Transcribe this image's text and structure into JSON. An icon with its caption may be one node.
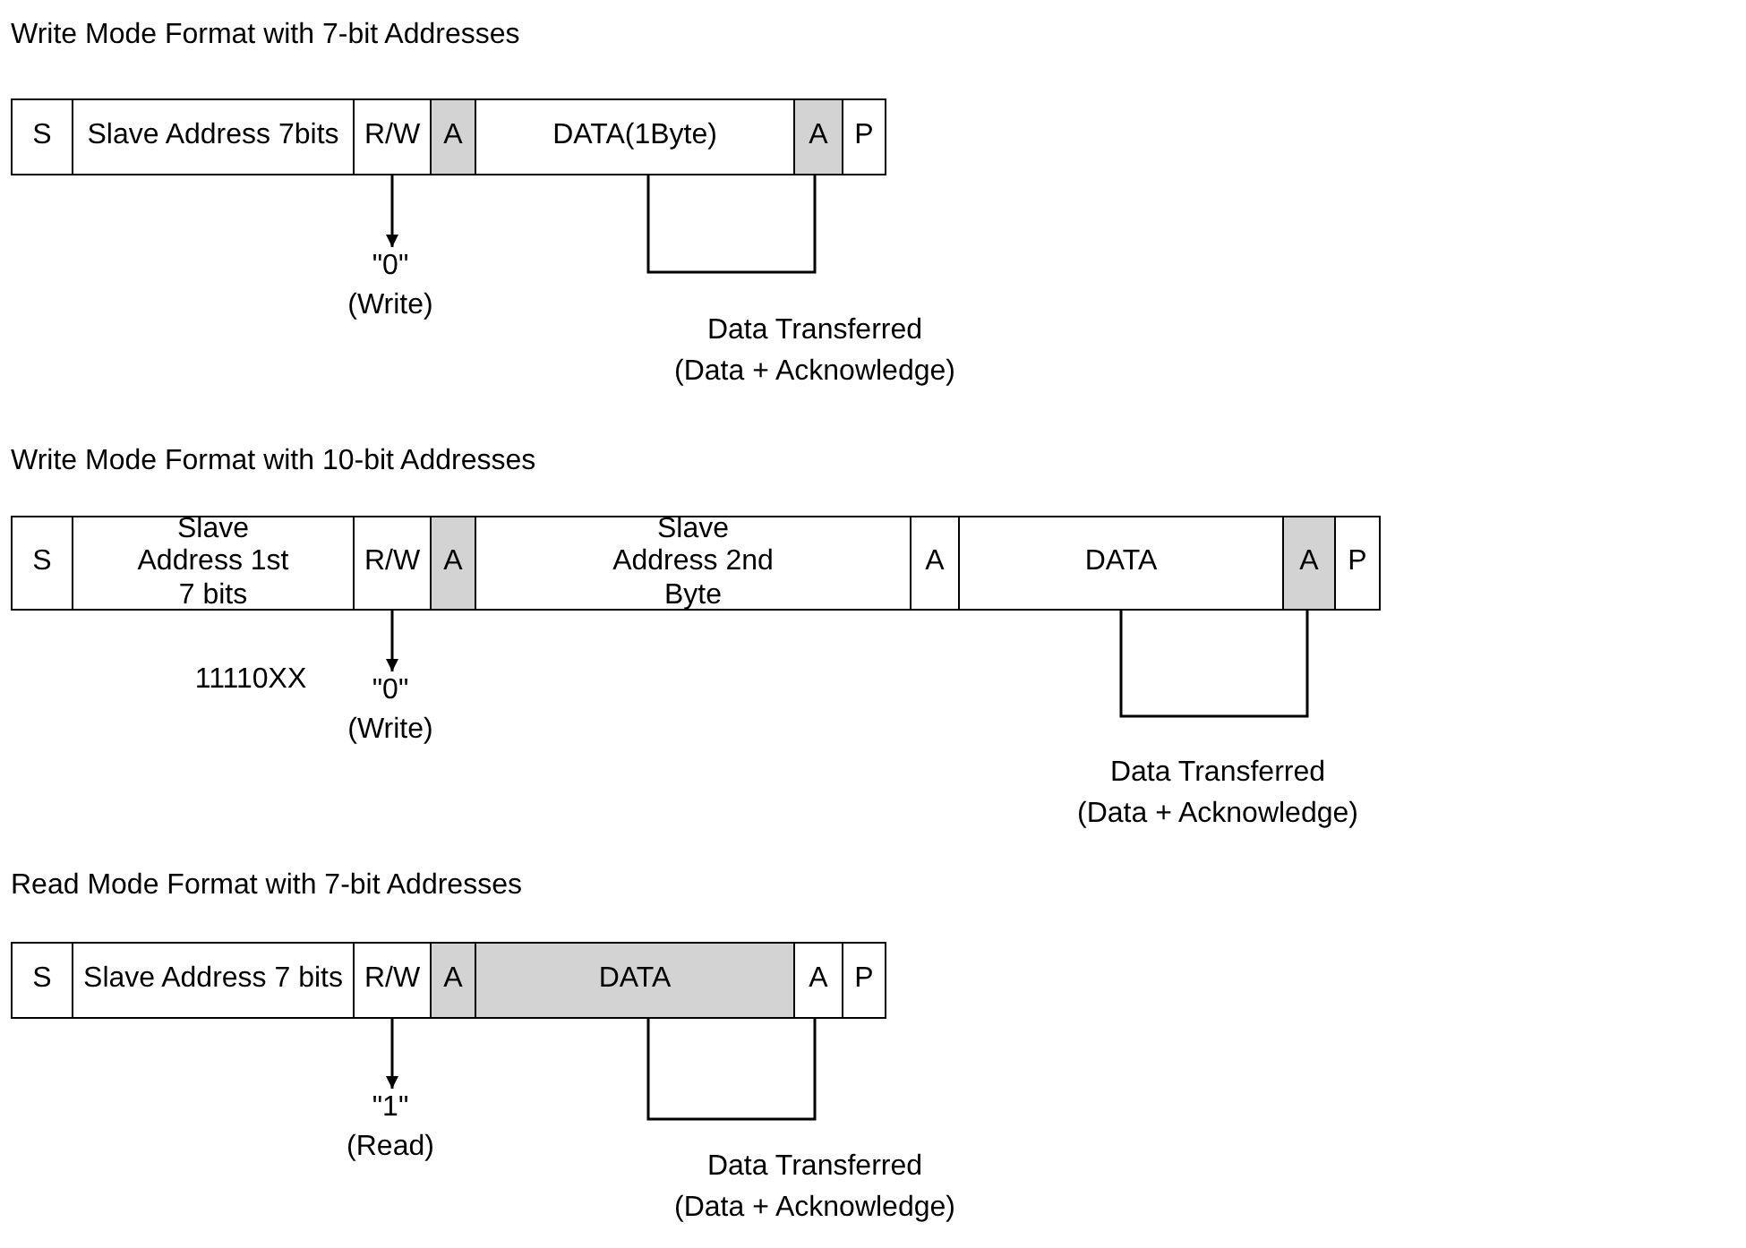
{
  "diagram": {
    "nodes": [
      {
        "text": [
          "S"
        ]
      },
      {
        "text": [
          "Slave Address 7bits"
        ]
      },
      {
        "text": [
          "R/W"
        ]
      },
      {
        "text": [
          "A"
        ]
      },
      {
        "text": [
          "DATA(1Byte)"
        ]
      },
      {
        "text": [
          "A"
        ]
      },
      {
        "text": [
          "P"
        ]
      },
      {
        "text": [
          "\"0\"",
          "(Write)"
        ]
      },
      {
        "text": [
          "S"
        ]
      },
      {
        "text": [
          "Slave Address 1st 7 bits"
        ]
      },
      {
        "text": [
          "R/W"
        ]
      },
      {
        "text": [
          "A"
        ]
      },
      {
        "text": [
          "Slave Address 2nd Byte"
        ]
      },
      {
        "text": [
          "A"
        ]
      },
      {
        "text": [
          "DATA"
        ]
      },
      {
        "text": [
          "A"
        ]
      },
      {
        "text": [
          "P"
        ]
      },
      {
        "text": [
          "\"0\"",
          "(Write)"
        ]
      },
      {
        "text": [
          "S"
        ]
      },
      {
        "text": [
          "Slave Address 7 bits"
        ]
      },
      {
        "text": [
          "R/W"
        ]
      },
      {
        "text": [
          "A"
        ]
      },
      {
        "text": [
          "DATA"
        ]
      },
      {
        "text": [
          "A"
        ]
      },
      {
        "text": [
          "P"
        ]
      },
      {
        "text": [
          "\"1\"",
          "(Read)"
        ]
      }
    ],
    "edges": [
      {
        "from": 2,
        "to": 7,
        "arrow": "to"
      },
      {
        "from": 10,
        "to": 17,
        "arrow": "to"
      },
      {
        "from": 20,
        "to": 25,
        "arrow": "to"
      }
    ],
    "labels": [
      "Write Mode Format with 7-bit Addresses",
      "Data Transferred",
      "(Data + Acknowledge)",
      "Write Mode Format with 10-bit Addresses",
      "11110XX",
      "Data Transferred",
      "(Data + Acknowledge)",
      "Read Mode Format with 7-bit Addresses",
      "Data Transferred",
      "(Data + Acknowledge)"
    ]
  }
}
